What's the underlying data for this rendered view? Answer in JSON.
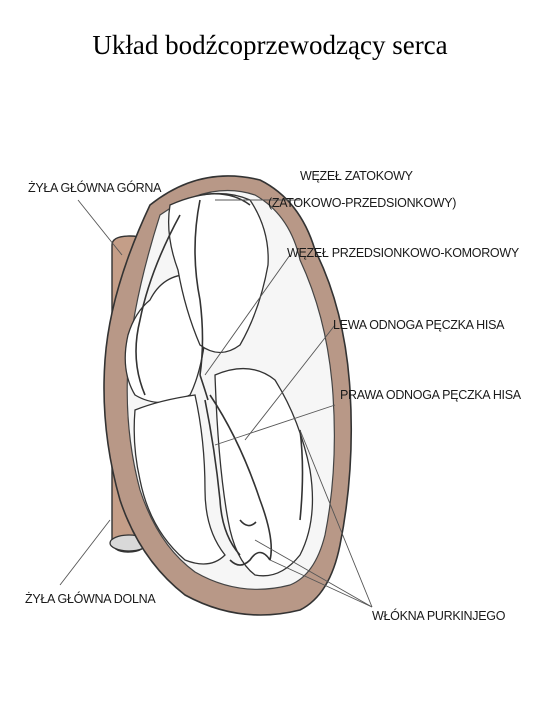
{
  "title": "Układ bodźcoprzewodzący serca",
  "labels": {
    "superior_vena_cava": "ŻYŁA GŁÓWNA GÓRNA",
    "sa_node_line1": "WĘZEŁ ZATOKOWY",
    "sa_node_line2": "(ZATOKOWO-PRZEDSIONKOWY)",
    "av_node": "WĘZEŁ PRZEDSIONKOWO-KOMOROWY",
    "left_bundle_branch": "LEWA ODNOGA PĘCZKA HISA",
    "right_bundle_branch": "PRAWA ODNOGA PĘCZKA HISA",
    "inferior_vena_cava": "ŻYŁA GŁÓWNA DOLNA",
    "purkinje_fibers": "WŁÓKNA PURKINJEGO"
  },
  "colors": {
    "tissue": "#b89887",
    "vein": "#c49e88",
    "outline": "#333333",
    "chamber": "#ffffff"
  }
}
